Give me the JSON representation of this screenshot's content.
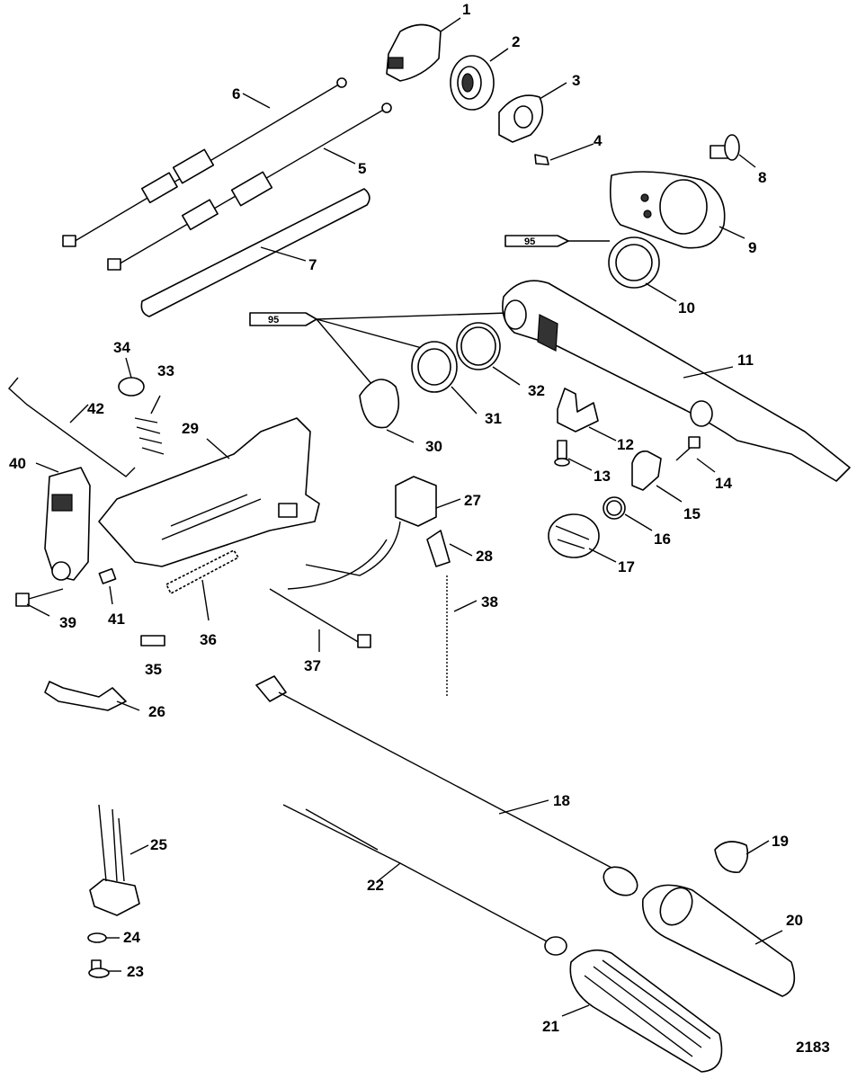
{
  "figure_id": "2183",
  "sealant_tube_label": "95",
  "parts": [
    {
      "label": "1"
    },
    {
      "label": "2"
    },
    {
      "label": "3"
    },
    {
      "label": "4"
    },
    {
      "label": "5"
    },
    {
      "label": "6"
    },
    {
      "label": "7"
    },
    {
      "label": "8"
    },
    {
      "label": "9"
    },
    {
      "label": "10"
    },
    {
      "label": "11"
    },
    {
      "label": "12"
    },
    {
      "label": "13"
    },
    {
      "label": "14"
    },
    {
      "label": "15"
    },
    {
      "label": "16"
    },
    {
      "label": "17"
    },
    {
      "label": "18"
    },
    {
      "label": "19"
    },
    {
      "label": "20"
    },
    {
      "label": "21"
    },
    {
      "label": "22"
    },
    {
      "label": "23"
    },
    {
      "label": "24"
    },
    {
      "label": "25"
    },
    {
      "label": "26"
    },
    {
      "label": "27"
    },
    {
      "label": "28"
    },
    {
      "label": "29"
    },
    {
      "label": "30"
    },
    {
      "label": "31"
    },
    {
      "label": "32"
    },
    {
      "label": "33"
    },
    {
      "label": "34"
    },
    {
      "label": "35"
    },
    {
      "label": "36"
    },
    {
      "label": "37"
    },
    {
      "label": "38"
    },
    {
      "label": "39"
    },
    {
      "label": "40"
    },
    {
      "label": "41"
    },
    {
      "label": "42"
    }
  ]
}
